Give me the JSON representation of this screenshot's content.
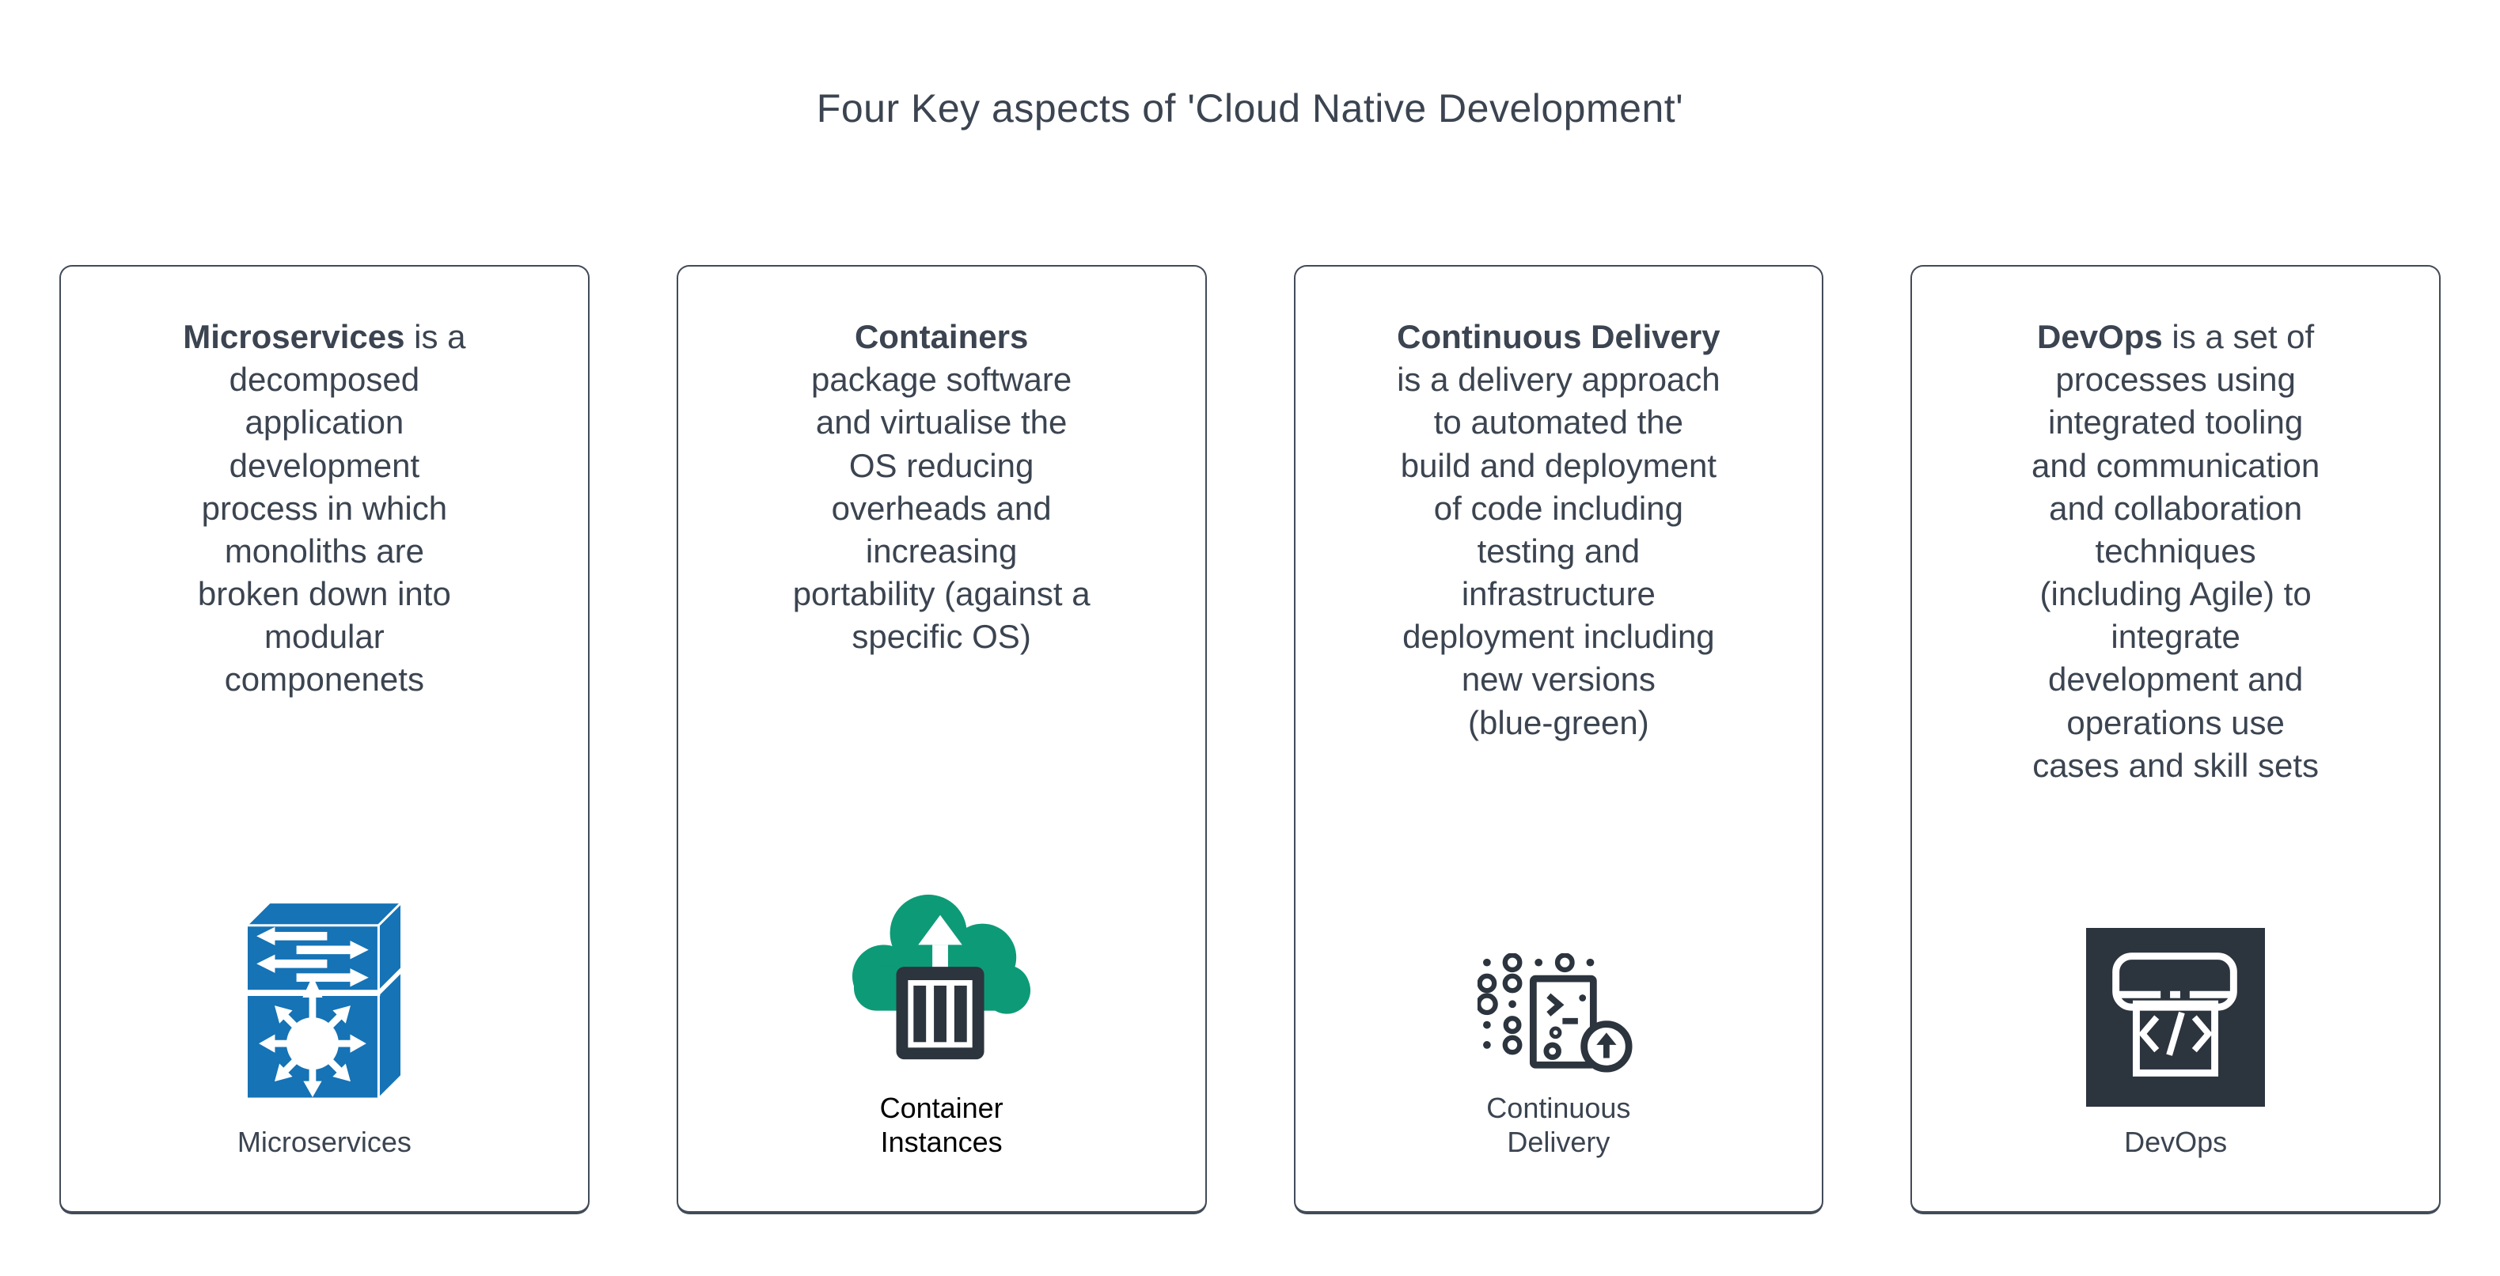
{
  "title": "Four Key aspects of 'Cloud Native Development'",
  "cards": [
    {
      "heading": "Microservices",
      "body": " is a\ndecomposed\napplication\ndevelopment\nprocess in which\nmonoliths are\nbroken down into\nmodular\ncomponenets",
      "icon": "microservices-3d-switch-icon",
      "label": "Microservices"
    },
    {
      "heading": "Containers",
      "body": "\npackage software\nand virtualise the\nOS reducing\noverheads and\nincreasing\nportability (against a\nspecific OS)",
      "icon": "container-instances-cloud-icon",
      "label": "Container\nInstances"
    },
    {
      "heading": "Continuous Delivery",
      "body": "\nis a delivery approach\nto automated the\nbuild and deployment\nof code including\ntesting and\ninfrastructure\ndeployment including\nnew versions\n(blue-green)",
      "icon": "continuous-delivery-terminal-icon",
      "label": "Continuous\nDelivery"
    },
    {
      "heading": "DevOps",
      "body": " is a set of\nprocesses using\nintegrated tooling\nand communication\nand collaboration\ntechniques\n(including Agile) to\nintegrate\ndevelopment and\noperations use\ncases and skill sets",
      "icon": "devops-code-machine-icon",
      "label": "DevOps"
    }
  ],
  "colors": {
    "background": "#ffffff",
    "text": "#3b4450",
    "card_border": "#424b58",
    "microservices_blue": "#1573b6",
    "container_green": "#0d9b77",
    "icon_charcoal": "#2c343e",
    "container_label": "#000000"
  }
}
